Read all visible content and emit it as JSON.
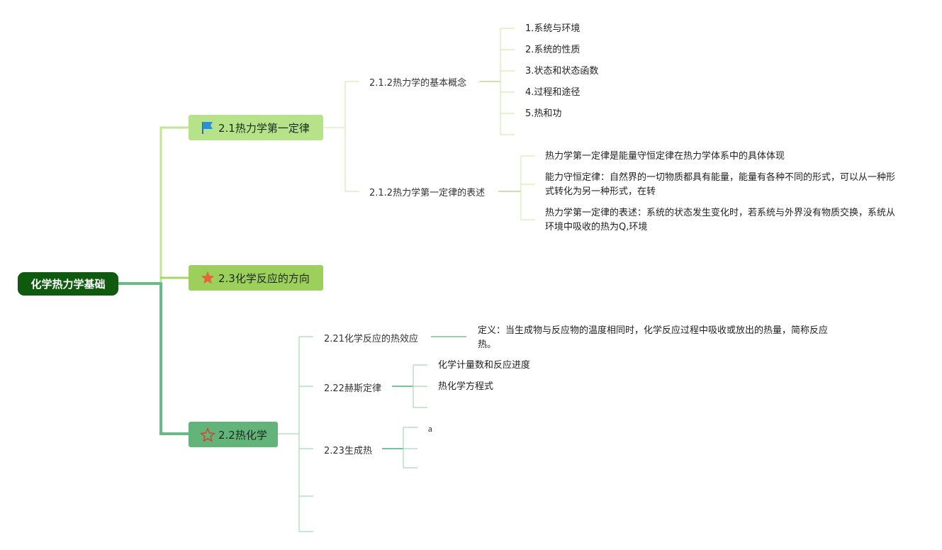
{
  "root": {
    "label": "化学热力学基础"
  },
  "branches": {
    "b1": {
      "label": "2.1热力学第一定律",
      "icon": "blue-flag-icon",
      "color": "#b6e38a",
      "children": {
        "c1": {
          "label": "2.1.2热力学的基本概念",
          "items": [
            "1.系统与环境",
            "2.系统的性质",
            "3.状态和状态函数",
            "4.过程和途径",
            "5.热和功"
          ]
        },
        "c2": {
          "label": "2.1.2热力学第一定律的表述",
          "items": [
            "热力学第一定律是能量守恒定律在热力学体系中的具体体现",
            "能力守恒定律：自然界的一切物质都具有能量，能量有各种不同的形式，可以从一种形式转化为另一种形式，在转",
            "热力学第一定律的表述：系统的状态发生变化时，若系统与外界没有物质交换，系统从环境中吸收的热为Q,环境"
          ]
        }
      }
    },
    "b2": {
      "label": "2.3化学反应的方向",
      "icon": "orange-star-icon",
      "color": "#9ccf5c"
    },
    "b3": {
      "label": "2.2热化学",
      "icon": "star-outline-icon",
      "color": "#62b47a",
      "children": {
        "c1": {
          "label": "2.21化学反应的热效应",
          "items": [
            "定义：当生成物与反应物的温度相同时，化学反应过程中吸收或放出的热量，简称反应热。"
          ]
        },
        "c2": {
          "label": "2.22赫斯定律",
          "items": [
            "化学计量数和反应进度",
            "热化学方程式"
          ]
        },
        "c3": {
          "label": "2.23生成热",
          "items": [
            "a"
          ]
        }
      }
    }
  },
  "colors": {
    "root": "#0f5a0f",
    "line_b1": "#c2e59a",
    "line_b2": "#a8d46a",
    "line_b3": "#6bb985"
  }
}
